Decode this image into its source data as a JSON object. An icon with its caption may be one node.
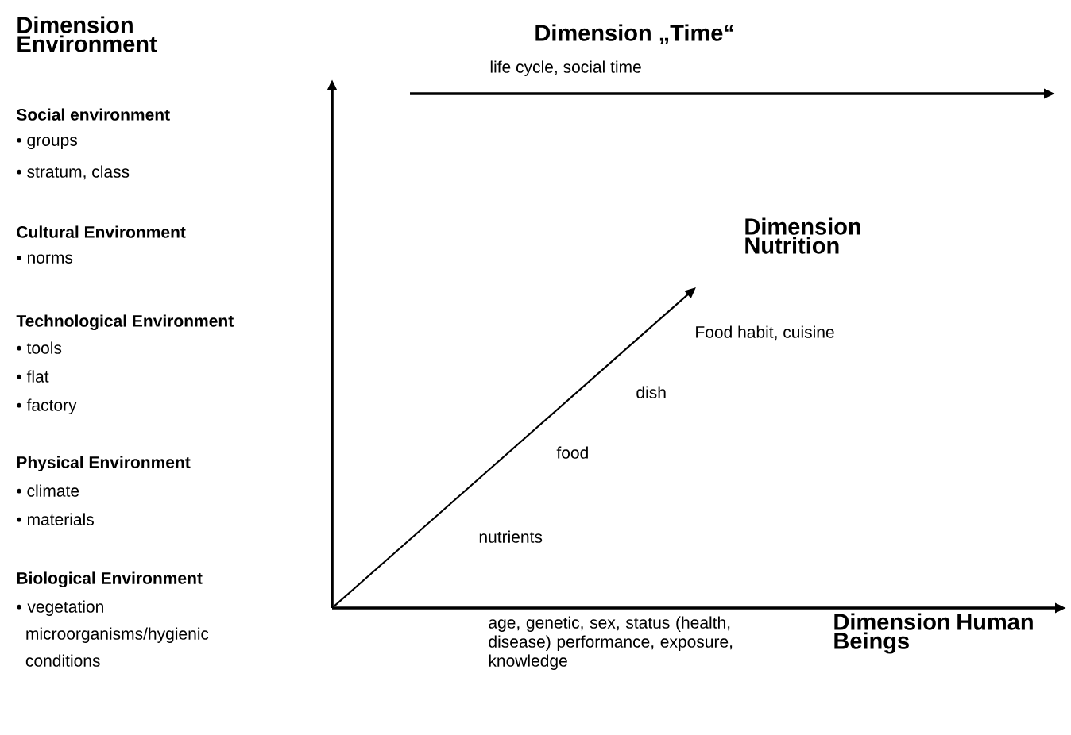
{
  "diagram": {
    "labels": [
      "Dimension Environment",
      "Social environment",
      "• groups",
      "• stratum, class",
      "Cultural Environment",
      "• norms",
      "Technological Environment",
      "• tools",
      "• flat",
      "• factory",
      "Physical Environment",
      "• climate",
      "• materials",
      "Biological Environment",
      "• vegetation microorganisms/hygienic conditions",
      "Dimension „Time“",
      "life cycle, social time",
      "Dimension Nutrition",
      "Food habit, cuisine",
      "dish",
      "food",
      "nutrients",
      "age, genetic, sex, status (health, disease) performance, exposure, knowledge",
      "Dimension Human Beings"
    ]
  }
}
